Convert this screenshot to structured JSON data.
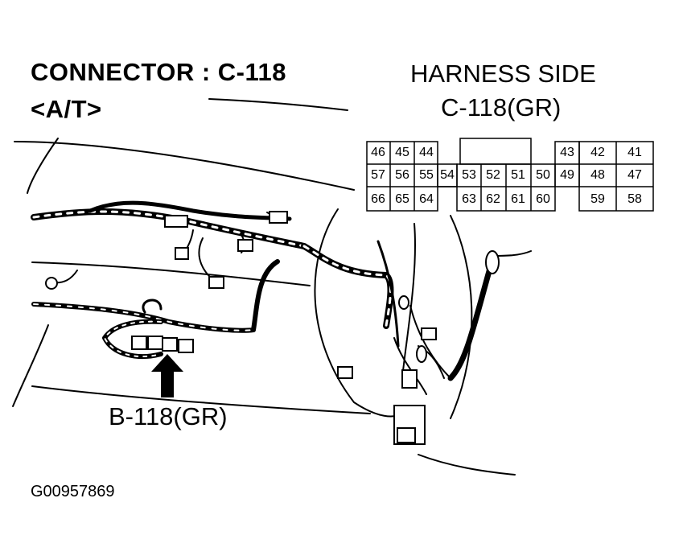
{
  "header": {
    "connector_title": "CONNECTOR : C-118",
    "variant": "<A/T>"
  },
  "harness": {
    "side_label": "HARNESS SIDE",
    "connector_id": "C-118(GR)"
  },
  "connector_pins": {
    "row1": [
      "46",
      "45",
      "44",
      "43",
      "42",
      "41"
    ],
    "row2": [
      "57",
      "56",
      "55",
      "54",
      "53",
      "52",
      "51",
      "50",
      "49",
      "48",
      "47"
    ],
    "row3": [
      "66",
      "65",
      "64",
      "63",
      "62",
      "61",
      "60",
      "59",
      "58"
    ]
  },
  "callout": {
    "connector_id": "B-118(GR)"
  },
  "figure_id": "G00957869",
  "colors": {
    "ink": "#000000",
    "paper": "#ffffff"
  }
}
